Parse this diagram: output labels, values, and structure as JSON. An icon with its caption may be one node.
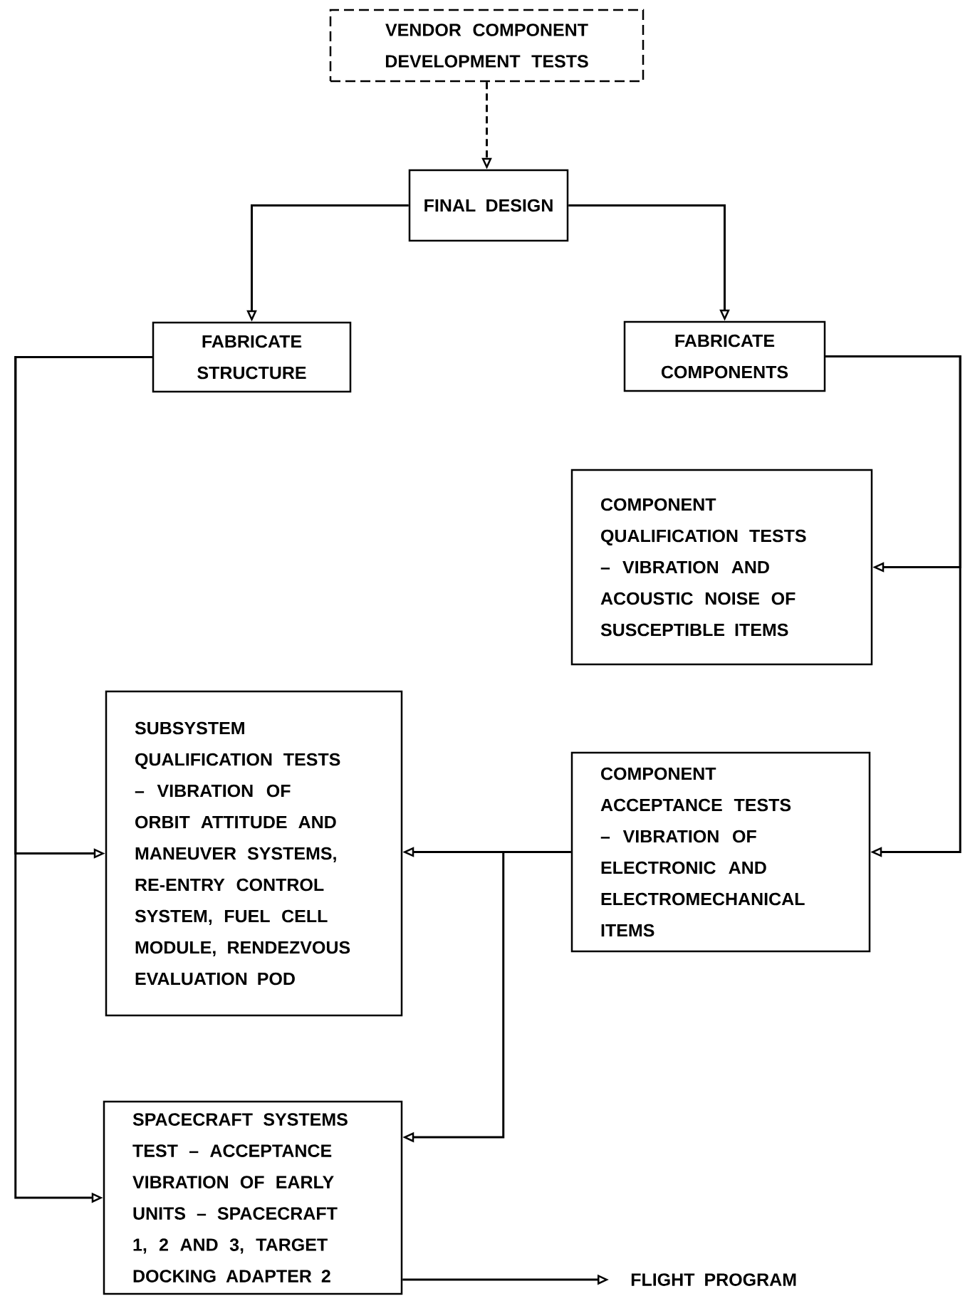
{
  "diagram": {
    "nodes": [
      {
        "text": [
          "VENDOR COMPONENT DEVELOPMENT TESTS"
        ]
      },
      {
        "text": [
          "FINAL DESIGN"
        ]
      },
      {
        "text": [
          "FABRICATE STRUCTURE"
        ]
      },
      {
        "text": [
          "FABRICATE COMPONENTS"
        ]
      },
      {
        "text": [
          "COMPONENT QUALIFICATION TESTS – VIBRATION AND ACOUSTIC NOISE OF SUSCEPTIBLE ITEMS"
        ]
      },
      {
        "text": [
          "SUBSYSTEM QUALIFICATION TESTS – VIBRATION OF ORBIT ATTITUDE AND MANEUVER SYSTEMS, RE-ENTRY CONTROL SYSTEM, FUEL CELL MODULE, RENDEZVOUS EVALUATION POD"
        ]
      },
      {
        "text": [
          "COMPONENT ACCEPTANCE TESTS – VIBRATION OF ELECTRONIC AND ELECTROMECHANICAL ITEMS"
        ]
      },
      {
        "text": [
          "SPACECRAFT SYSTEMS TEST – ACCEPTANCE VIBRATION OF EARLY UNITS – SPACECRAFT 1, 2 AND 3, TARGET DOCKING ADAPTER 2"
        ]
      },
      {
        "text": [
          "FLIGHT PROGRAM"
        ]
      }
    ],
    "edges": [
      {
        "from": 0,
        "to": 1,
        "arrow": "to",
        "style": "dashed"
      },
      {
        "from": 1,
        "to": 2,
        "arrow": "to"
      },
      {
        "from": 1,
        "to": 3,
        "arrow": "to"
      },
      {
        "from": 2,
        "to": 5,
        "arrow": "to"
      },
      {
        "from": 2,
        "to": 7,
        "arrow": "to"
      },
      {
        "from": 3,
        "to": 4,
        "arrow": "to"
      },
      {
        "from": 3,
        "to": 6,
        "arrow": "to"
      },
      {
        "from": 6,
        "to": 5,
        "arrow": "to"
      },
      {
        "from": 6,
        "to": 7,
        "arrow": "to"
      },
      {
        "from": 7,
        "to": 8,
        "arrow": "to"
      }
    ]
  }
}
